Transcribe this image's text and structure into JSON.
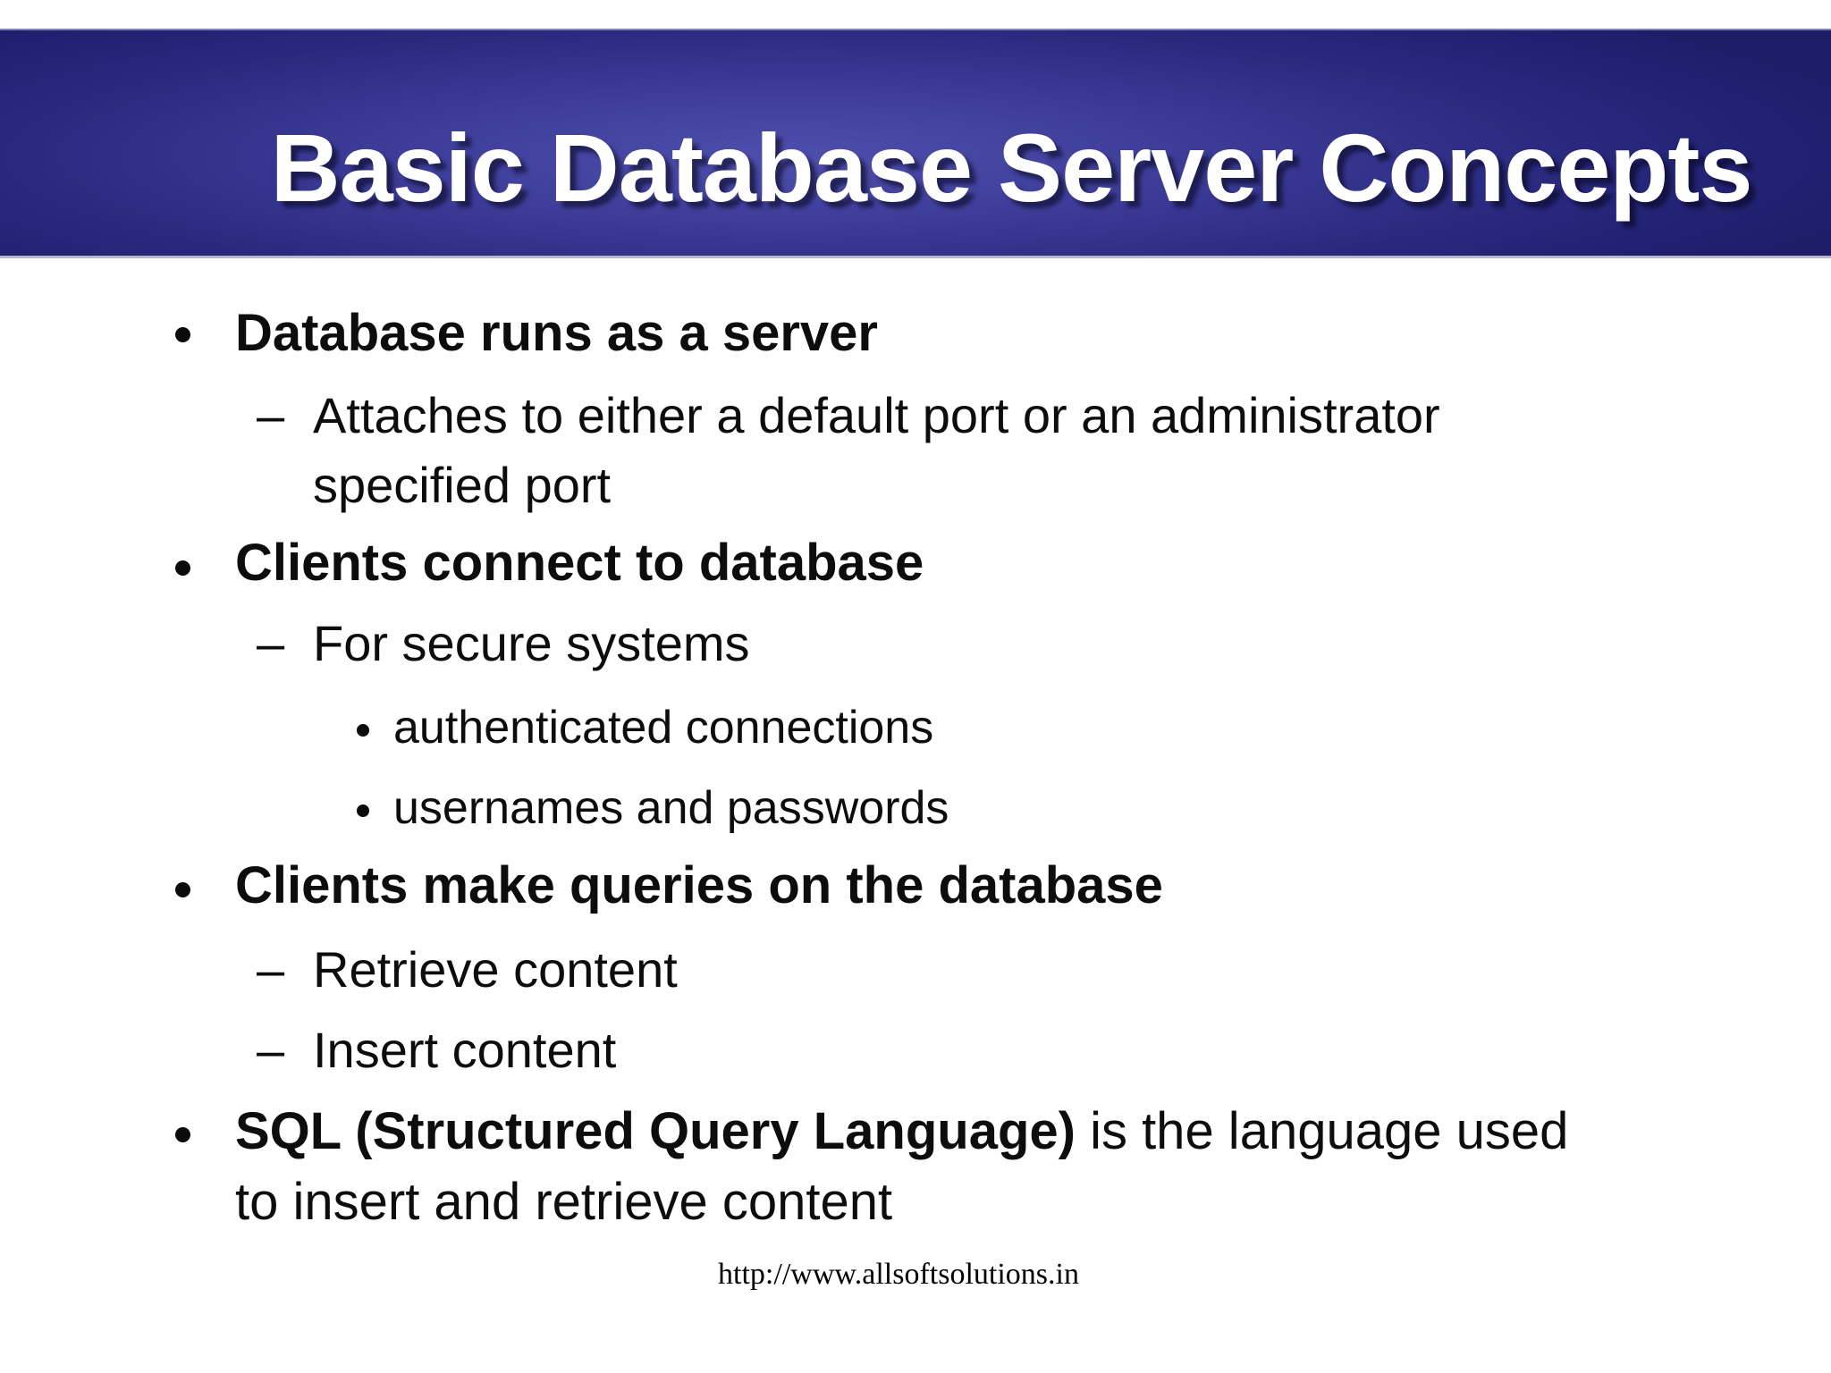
{
  "slide": {
    "title": "Basic Database Server Concepts",
    "bullets": {
      "b1": "Database runs as a server",
      "b1s1_line1": "Attaches to either a default port or an administrator",
      "b1s1_line2": "specified port",
      "b2": "Clients connect to database",
      "b2s1": "For secure systems",
      "b2s1a": "authenticated connections",
      "b2s1b": "usernames and passwords",
      "b3": "Clients make queries on the database",
      "b3s1": "Retrieve content",
      "b3s2": "Insert content",
      "b4_bold": "SQL (Structured Query Language)",
      "b4_rest": " is the language used",
      "b4_line2": "to insert and retrieve content",
      "dash_glyph": "–"
    },
    "footer": "http://www.allsoftsolutions.in",
    "colors": {
      "banner_center": "#4e4eac",
      "banner_edge": "#1d1d6a",
      "banner_border_bottom": "#b4b6d2",
      "title_text": "#ffffff",
      "body_text": "#0d0d0d",
      "background": "#ffffff"
    }
  }
}
